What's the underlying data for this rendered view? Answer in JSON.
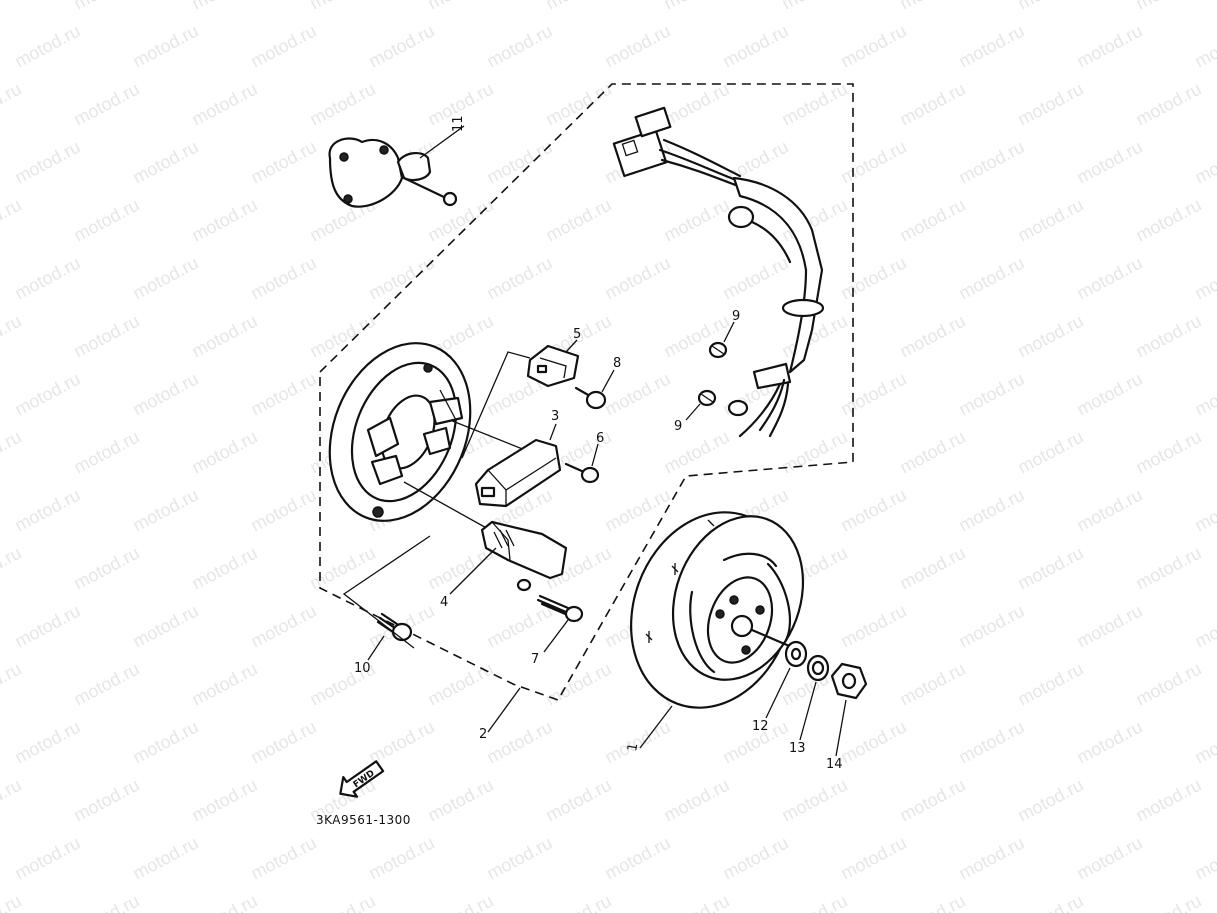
{
  "watermark": "motod.ru",
  "part_code": "3KA9561-1300",
  "fwd_label": "FWD",
  "callouts": [
    {
      "id": "1",
      "label": "1"
    },
    {
      "id": "2",
      "label": "2"
    },
    {
      "id": "3",
      "label": "3"
    },
    {
      "id": "4",
      "label": "4"
    },
    {
      "id": "5",
      "label": "5"
    },
    {
      "id": "6",
      "label": "6"
    },
    {
      "id": "7",
      "label": "7"
    },
    {
      "id": "8",
      "label": "8"
    },
    {
      "id": "9a",
      "label": "9"
    },
    {
      "id": "9b",
      "label": "9"
    },
    {
      "id": "10",
      "label": "10"
    },
    {
      "id": "11",
      "label": "11"
    },
    {
      "id": "12",
      "label": "12"
    },
    {
      "id": "13",
      "label": "13"
    },
    {
      "id": "14",
      "label": "14"
    }
  ]
}
